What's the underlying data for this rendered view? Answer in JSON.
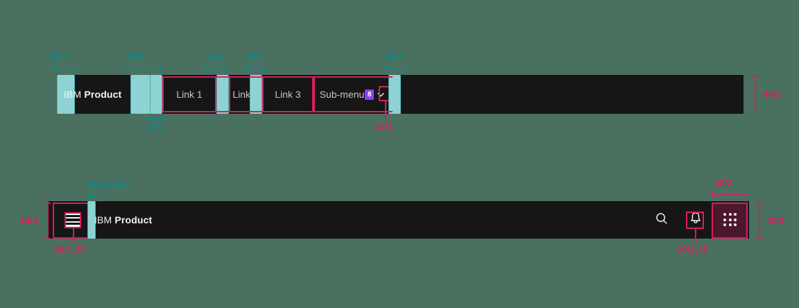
{
  "meta": {
    "background_color": "#4a7060",
    "bar_color": "#161616",
    "spacer_color": "#8ed3d3",
    "teal_annotation_color": "#108a8a",
    "pink_annotation_color": "#da1e62",
    "badge_color": "#8a3ffc",
    "app_switcher_color": "#4b172d"
  },
  "top_bar": {
    "brand_prefix": "IBM",
    "brand_name": "Product",
    "nav_items": [
      {
        "label": "Link 1"
      },
      {
        "label": "Link 2"
      },
      {
        "label": "Link 3"
      },
      {
        "label": "Sub-menu",
        "badge": "8",
        "chevron": "chevron-down-icon"
      }
    ],
    "annotations": {
      "left_pad": "16/1",
      "brand_gap": "32/2",
      "link_gap_1": "16/1",
      "link_gap_2": "16/1",
      "link_gap_3": "16/1",
      "submenu_gap": "16/1",
      "bottom_pad": "16/1",
      "submenu_icon_pad": "16/1",
      "bar_height": "48/3"
    }
  },
  "bottom_bar": {
    "menu_icon": "hamburger-menu-icon",
    "brand_prefix": "IBM",
    "brand_name": "Product",
    "actions": [
      {
        "name": "search-icon"
      },
      {
        "name": "notification-bell-icon"
      },
      {
        "name": "app-switcher-grid-icon"
      }
    ],
    "annotations": {
      "bar_height_left": "48/3",
      "brand_gap": "8px/.5rem",
      "menu_icon_size": "20/1.25",
      "bell_icon_size": "20/1.25",
      "app_switcher_width": "48/3",
      "app_switcher_height": "48/3"
    }
  }
}
